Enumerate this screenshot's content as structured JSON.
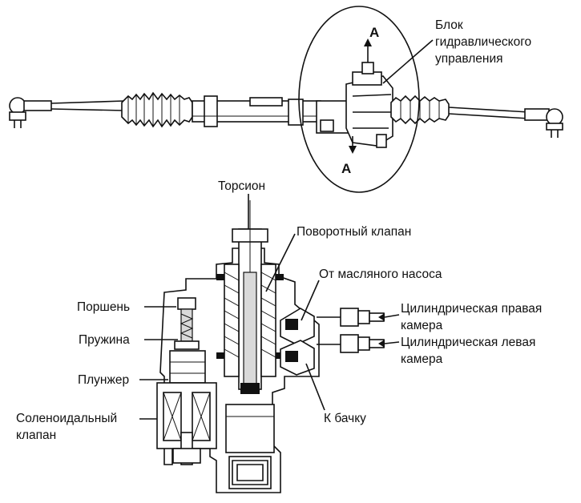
{
  "labels": {
    "control_block_line1": "Блок",
    "control_block_line2": "гидравлического",
    "control_block_line3": "управления",
    "section_mark_top": "A",
    "section_mark_bottom": "A",
    "torsion": "Торсион",
    "rotary_valve": "Поворотный клапан",
    "from_oil_pump": "От масляного насоса",
    "right_chamber_line1": "Цилиндрическая правая",
    "right_chamber_line2": "камера",
    "left_chamber_line1": "Цилиндрическая левая",
    "left_chamber_line2": "камера",
    "piston": "Поршень",
    "spring": "Пружина",
    "plunger": "Плунжер",
    "solenoid_line1": "Соленоидальный",
    "solenoid_line2": "клапан",
    "to_tank": "К бачку"
  }
}
